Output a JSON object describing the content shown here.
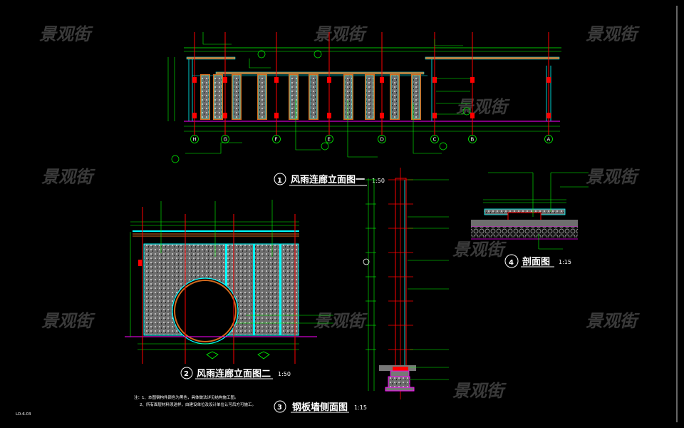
{
  "watermark": "景观街",
  "drawing_1": {
    "number": "1",
    "title": "风雨连廊立面图一",
    "scale": "1:50",
    "axes": [
      "H",
      "G",
      "F",
      "E",
      "D",
      "C",
      "B",
      "A"
    ]
  },
  "drawing_2": {
    "number": "2",
    "title": "风雨连廊立面图二",
    "scale": "1:50"
  },
  "drawing_3": {
    "number": "3",
    "title": "钢板墙侧面图",
    "scale": "1:15"
  },
  "drawing_4": {
    "number": "4",
    "title": "剖面图",
    "scale": "1:15"
  },
  "notes": [
    "注：1、本图钢构件颜色为黑色，具体做法详见结构施工图。",
    "2、所有面层材料须送样，由建设单位及设计单位认可后方可施工。"
  ],
  "sheet_code": "LD-6.03",
  "colors": {
    "background": "#000000",
    "axis": "#ff2020",
    "leader": "#00ff00",
    "steel": "#00ffff",
    "beam": "#d2691e",
    "ground": "#ff00ff"
  }
}
